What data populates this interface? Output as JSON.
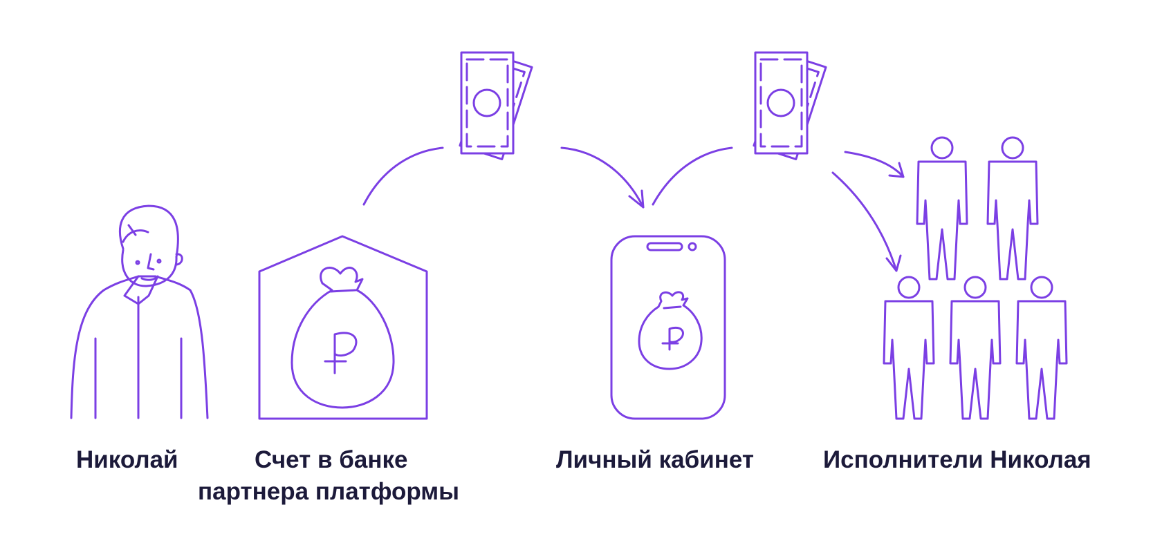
{
  "colors": {
    "accent": "#7b3fe4",
    "text": "#1c1a3a",
    "background": "#ffffff"
  },
  "nodes": {
    "nikolai": {
      "label": "Николай",
      "icon": "person-icon"
    },
    "bank": {
      "label_line1": "Счет в банке",
      "label_line2": "партнера платформы",
      "icon": "bank-moneybag-icon"
    },
    "account": {
      "label": "Личный кабинет",
      "icon": "phone-moneybag-icon"
    },
    "performers": {
      "label": "Исполнители Николая",
      "icon": "people-group-icon"
    }
  },
  "currency_symbol": "₽",
  "transfers": [
    {
      "from": "bank",
      "to": "account",
      "icon": "banknotes-icon"
    },
    {
      "from": "account",
      "to": "performers",
      "icon": "banknotes-icon"
    }
  ]
}
